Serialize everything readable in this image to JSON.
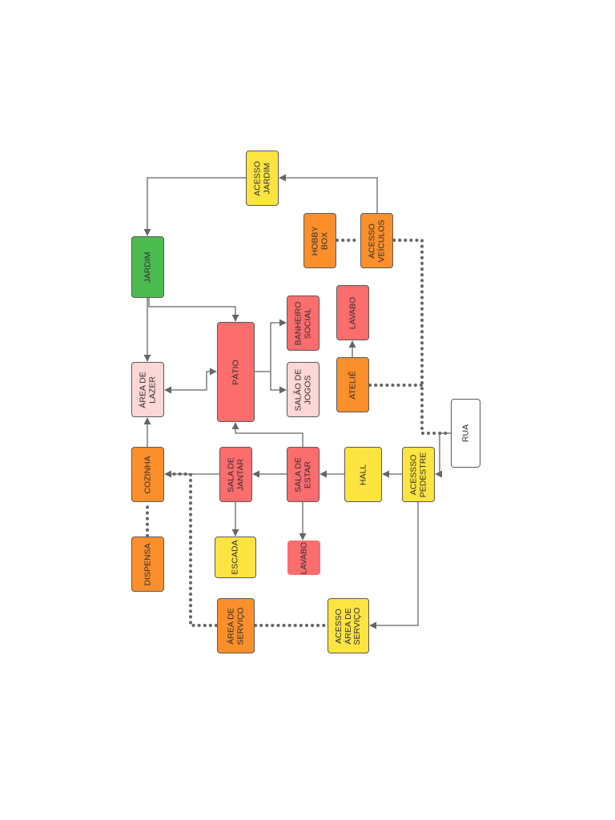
{
  "colors": {
    "orange": "#fb8f2b",
    "yellow": "#fee440",
    "red": "#fc6d6d",
    "pink": "#fdd6d6",
    "green": "#4cbb50",
    "white": "#ffffff",
    "edge": "#666666"
  },
  "nodes": {
    "acesso_jardim": {
      "label": "ACESSO\nJARDIM",
      "color": "yellow"
    },
    "hobby_box": {
      "label": "HOBBY\nBOX",
      "color": "orange"
    },
    "acesso_veiculos": {
      "label": "ACESSO\nVEÍCULOS",
      "color": "orange"
    },
    "jardim": {
      "label": "JARDIM",
      "color": "green"
    },
    "banheiro_social": {
      "label": "BANHEIRO\nSOCIAL",
      "color": "red"
    },
    "lavabo_top": {
      "label": "LAVABO",
      "color": "red"
    },
    "area_lazer": {
      "label": "ÁREA DE\nLAZER",
      "color": "pink"
    },
    "patio": {
      "label": "PÁTIO",
      "color": "red"
    },
    "salao_jogos": {
      "label": "SALÃO DE\nJOGOS",
      "color": "pink"
    },
    "atelie": {
      "label": "ATELIÊ",
      "color": "orange"
    },
    "rua": {
      "label": "RUA",
      "color": "white"
    },
    "cozinha": {
      "label": "COZINHA",
      "color": "orange"
    },
    "sala_jantar": {
      "label": "SALA DE\nJANTAR",
      "color": "red"
    },
    "sala_estar": {
      "label": "SALA DE\nESTAR",
      "color": "red"
    },
    "hall": {
      "label": "HALL",
      "color": "yellow"
    },
    "acesso_pedestre": {
      "label": "ACESSSO\nPEDESTRE",
      "color": "yellow"
    },
    "dispensa": {
      "label": "DISPENSA",
      "color": "orange"
    },
    "escada": {
      "label": "ESCADA",
      "color": "yellow"
    },
    "lavabo_bottom": {
      "label": "LAVABO",
      "color": "red"
    },
    "area_servico": {
      "label": "ÁREA DE\nSERVIÇO",
      "color": "orange"
    },
    "acesso_area_servico": {
      "label": "ACESSO\nÁREA DE\nSERVIÇO",
      "color": "yellow"
    }
  }
}
